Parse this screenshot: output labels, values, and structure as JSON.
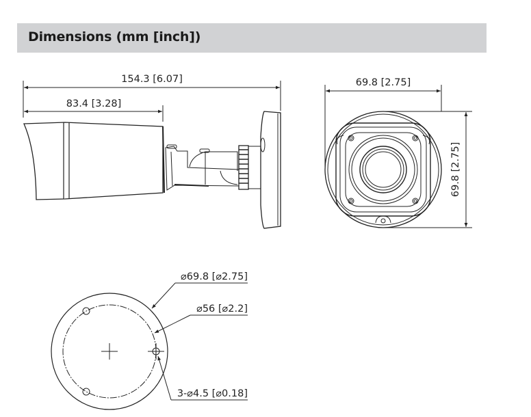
{
  "header": {
    "title": "Dimensions (mm [inch])"
  },
  "side_view": {
    "overall_length": "154.3 [6.07]",
    "body_length": "83.4 [3.28]"
  },
  "front_view": {
    "width": "69.8 [2.75]",
    "height": "69.8 [2.75]"
  },
  "base_view": {
    "outer_diameter": "⌀69.8 [⌀2.75]",
    "hole_circle_diameter": "⌀56 [⌀2.2]",
    "mount_holes": "3-⌀4.5 [⌀0.18]"
  },
  "colors": {
    "header_bg": "#d1d2d4",
    "line": "#222222"
  }
}
